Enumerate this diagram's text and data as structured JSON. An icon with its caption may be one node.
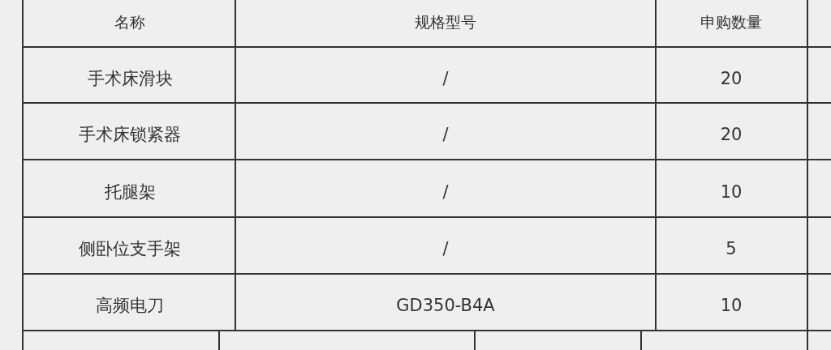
{
  "diagram": {
    "labels": [
      "名称",
      "规格型号",
      "申购数量",
      "手术床滑块",
      "/",
      "20",
      "手术床锁紧器",
      "/",
      "20",
      "托腿架",
      "/",
      "10",
      "侧卧位支手架",
      "/",
      "5",
      "高频电刀",
      "GD350-B4A",
      "10"
    ]
  }
}
